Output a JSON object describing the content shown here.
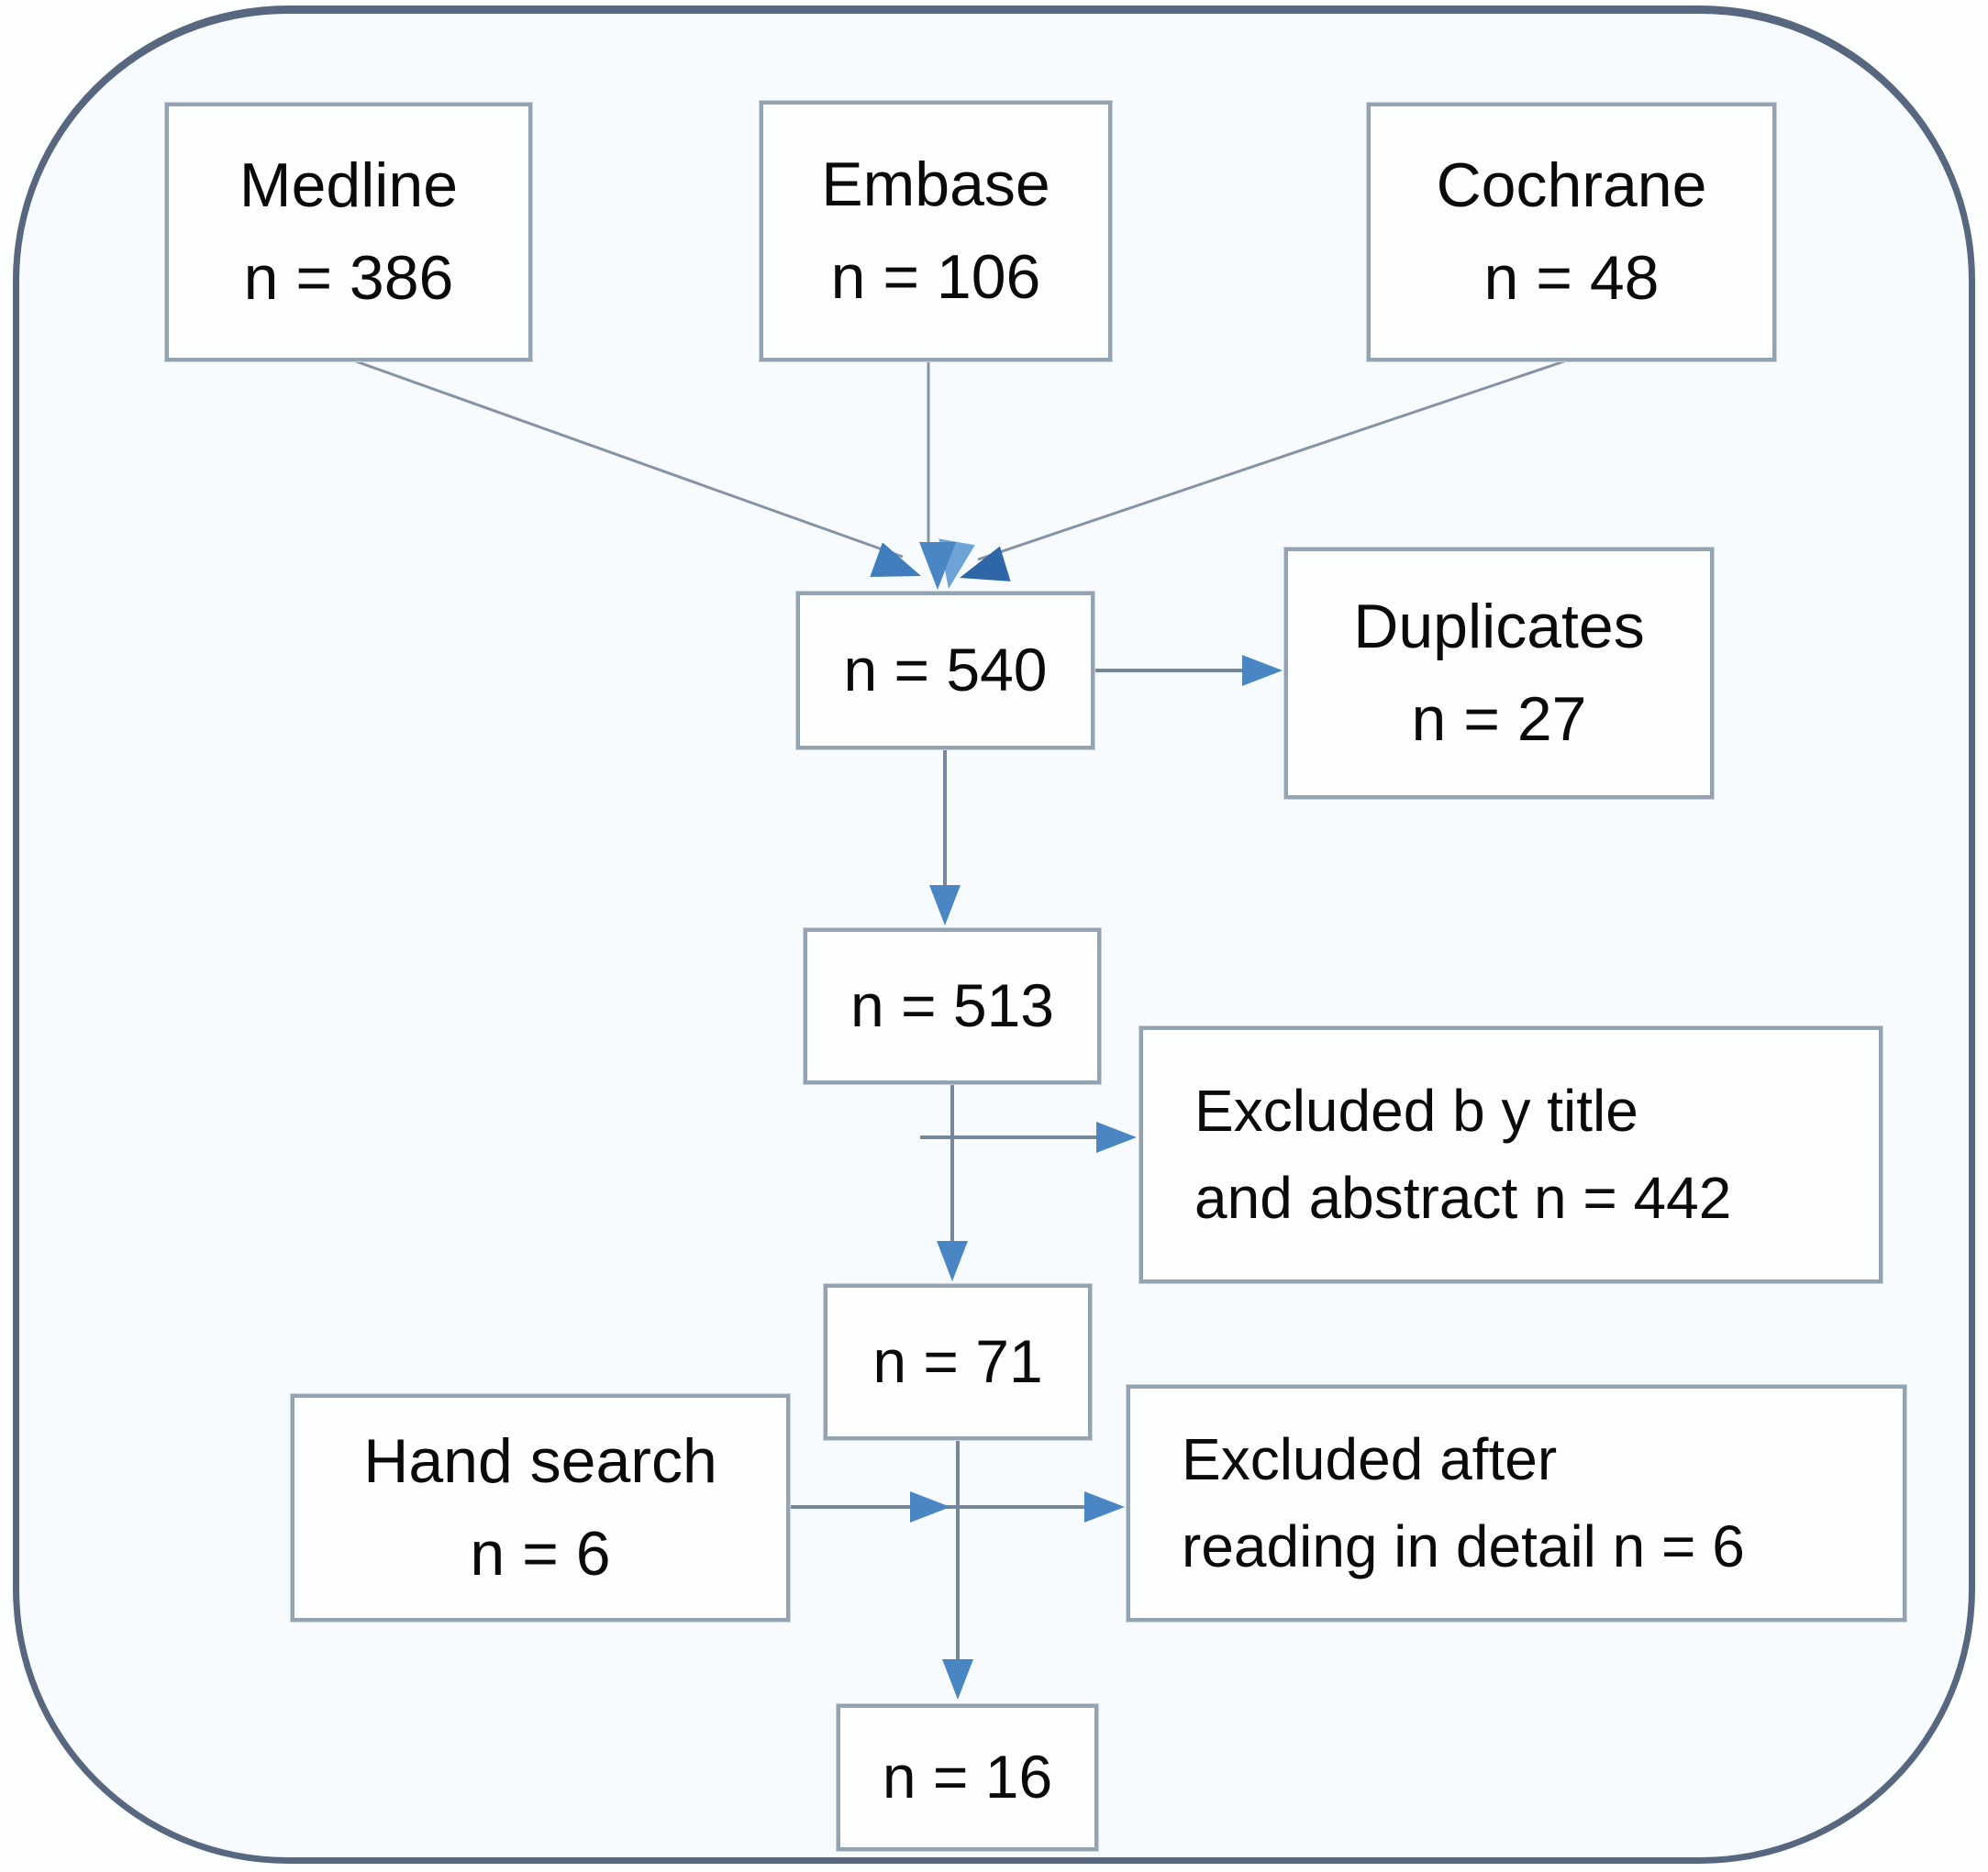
{
  "diagram": {
    "sources": {
      "medline": {
        "name": "Medline",
        "count": "n = 386"
      },
      "embase": {
        "name": "Embase",
        "count": "n = 106"
      },
      "cochrane": {
        "name": "Cochrane",
        "count": "n = 48"
      }
    },
    "pool": {
      "count": "n = 540"
    },
    "duplicates": {
      "name": "Duplicates",
      "count": "n = 27"
    },
    "after_duplicates": {
      "count": "n = 513"
    },
    "excluded_title": {
      "line1": "Excluded b y title",
      "line2": "and abstract n = 442"
    },
    "after_title": {
      "count": "n = 71"
    },
    "hand_search": {
      "name": "Hand search",
      "count": "n = 6"
    },
    "excluded_detail": {
      "line1": "Excluded after",
      "line2": "reading in detail n = 6"
    },
    "included": {
      "count": "n = 16"
    }
  },
  "colors": {
    "arrowhead_blue": "#4a86c4",
    "arrowhead_dark_blue": "#2f66a8",
    "arrowhead_light_blue": "#6ea3d8",
    "line_gray": "#76879b",
    "box_border_gray": "#94a3b1",
    "frame_slate": "#56677f"
  }
}
